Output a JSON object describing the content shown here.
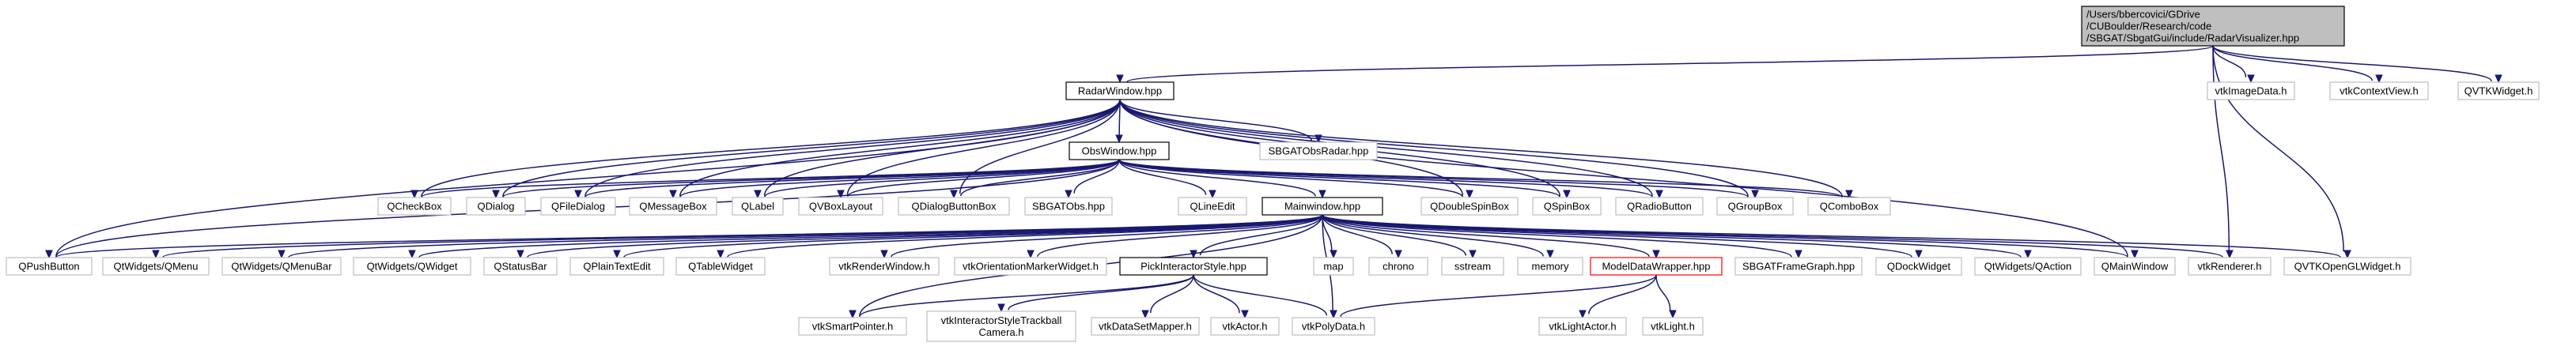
{
  "diagram": {
    "colors": {
      "edge": "#191970",
      "root_fill": "#bfbfbf",
      "root_border": "#000000",
      "node_border_linked": "#000000",
      "node_border_external": "#bfbfbf",
      "node_border_highlight": "#ff0000",
      "node_fill": "#ffffff"
    },
    "nodes": [
      {
        "id": "root",
        "kind": "root",
        "lines": [
          "/Users/bbercovici/GDrive",
          "/CUBoulder/Research/code",
          "/SBGAT/SbgatGui/include/RadarVisualizer.hpp"
        ]
      },
      {
        "id": "radar",
        "kind": "linked",
        "lines": [
          "RadarWindow.hpp"
        ]
      },
      {
        "id": "vtkImageData",
        "kind": "external",
        "lines": [
          "vtkImageData.h"
        ]
      },
      {
        "id": "vtkContextView",
        "kind": "external",
        "lines": [
          "vtkContextView.h"
        ]
      },
      {
        "id": "QVTKWidget",
        "kind": "external",
        "lines": [
          "QVTKWidget.h"
        ]
      },
      {
        "id": "obs",
        "kind": "linked",
        "lines": [
          "ObsWindow.hpp"
        ]
      },
      {
        "id": "SBGATObsRadar",
        "kind": "external",
        "lines": [
          "SBGATObsRadar.hpp"
        ]
      },
      {
        "id": "QCheckBox",
        "kind": "external",
        "lines": [
          "QCheckBox"
        ]
      },
      {
        "id": "QDialog",
        "kind": "external",
        "lines": [
          "QDialog"
        ]
      },
      {
        "id": "QFileDialog",
        "kind": "external",
        "lines": [
          "QFileDialog"
        ]
      },
      {
        "id": "QMessageBox",
        "kind": "external",
        "lines": [
          "QMessageBox"
        ]
      },
      {
        "id": "QLabel",
        "kind": "external",
        "lines": [
          "QLabel"
        ]
      },
      {
        "id": "QVBoxLayout",
        "kind": "external",
        "lines": [
          "QVBoxLayout"
        ]
      },
      {
        "id": "QDialogButtonBox",
        "kind": "external",
        "lines": [
          "QDialogButtonBox"
        ]
      },
      {
        "id": "SBGATObs",
        "kind": "external",
        "lines": [
          "SBGATObs.hpp"
        ]
      },
      {
        "id": "QLineEdit",
        "kind": "external",
        "lines": [
          "QLineEdit"
        ]
      },
      {
        "id": "main",
        "kind": "linked",
        "lines": [
          "Mainwindow.hpp"
        ]
      },
      {
        "id": "QDoubleSpinBox",
        "kind": "external",
        "lines": [
          "QDoubleSpinBox"
        ]
      },
      {
        "id": "QSpinBox",
        "kind": "external",
        "lines": [
          "QSpinBox"
        ]
      },
      {
        "id": "QRadioButton",
        "kind": "external",
        "lines": [
          "QRadioButton"
        ]
      },
      {
        "id": "QGroupBox",
        "kind": "external",
        "lines": [
          "QGroupBox"
        ]
      },
      {
        "id": "QComboBox",
        "kind": "external",
        "lines": [
          "QComboBox"
        ]
      },
      {
        "id": "QPushButton",
        "kind": "external",
        "lines": [
          "QPushButton"
        ]
      },
      {
        "id": "QMenu",
        "kind": "external",
        "lines": [
          "QtWidgets/QMenu"
        ]
      },
      {
        "id": "QMenuBar",
        "kind": "external",
        "lines": [
          "QtWidgets/QMenuBar"
        ]
      },
      {
        "id": "QWidget",
        "kind": "external",
        "lines": [
          "QtWidgets/QWidget"
        ]
      },
      {
        "id": "QStatusBar",
        "kind": "external",
        "lines": [
          "QStatusBar"
        ]
      },
      {
        "id": "QPlainTextEdit",
        "kind": "external",
        "lines": [
          "QPlainTextEdit"
        ]
      },
      {
        "id": "QTableWidget",
        "kind": "external",
        "lines": [
          "QTableWidget"
        ]
      },
      {
        "id": "vtkRenderWindow",
        "kind": "external",
        "lines": [
          "vtkRenderWindow.h"
        ]
      },
      {
        "id": "vtkOrientationMarkerWidget",
        "kind": "external",
        "lines": [
          "vtkOrientationMarkerWidget.h"
        ]
      },
      {
        "id": "pick",
        "kind": "linked",
        "lines": [
          "PickInteractorStyle.hpp"
        ]
      },
      {
        "id": "map",
        "kind": "external",
        "lines": [
          "map"
        ]
      },
      {
        "id": "chrono",
        "kind": "external",
        "lines": [
          "chrono"
        ]
      },
      {
        "id": "sstream",
        "kind": "external",
        "lines": [
          "sstream"
        ]
      },
      {
        "id": "memory",
        "kind": "external",
        "lines": [
          "memory"
        ]
      },
      {
        "id": "model",
        "kind": "highlight",
        "lines": [
          "ModelDataWrapper.hpp"
        ]
      },
      {
        "id": "SBGATFrameGraph",
        "kind": "external",
        "lines": [
          "SBGATFrameGraph.hpp"
        ]
      },
      {
        "id": "QDockWidget",
        "kind": "external",
        "lines": [
          "QDockWidget"
        ]
      },
      {
        "id": "QAction",
        "kind": "external",
        "lines": [
          "QtWidgets/QAction"
        ]
      },
      {
        "id": "QMainWindow",
        "kind": "external",
        "lines": [
          "QMainWindow"
        ]
      },
      {
        "id": "vtkRenderer",
        "kind": "external",
        "lines": [
          "vtkRenderer.h"
        ]
      },
      {
        "id": "QVTKOpenGLWidget",
        "kind": "external",
        "lines": [
          "QVTKOpenGLWidget.h"
        ]
      },
      {
        "id": "vtkSmartPointer",
        "kind": "external",
        "lines": [
          "vtkSmartPointer.h"
        ]
      },
      {
        "id": "vtkTrackball",
        "kind": "external",
        "lines": [
          "vtkInteractorStyleTrackball",
          "Camera.h"
        ]
      },
      {
        "id": "vtkDataSetMapper",
        "kind": "external",
        "lines": [
          "vtkDataSetMapper.h"
        ]
      },
      {
        "id": "vtkActor",
        "kind": "external",
        "lines": [
          "vtkActor.h"
        ]
      },
      {
        "id": "vtkPolyData",
        "kind": "external",
        "lines": [
          "vtkPolyData.h"
        ]
      },
      {
        "id": "vtkLightActor",
        "kind": "external",
        "lines": [
          "vtkLightActor.h"
        ]
      },
      {
        "id": "vtkLight",
        "kind": "external",
        "lines": [
          "vtkLight.h"
        ]
      }
    ]
  }
}
